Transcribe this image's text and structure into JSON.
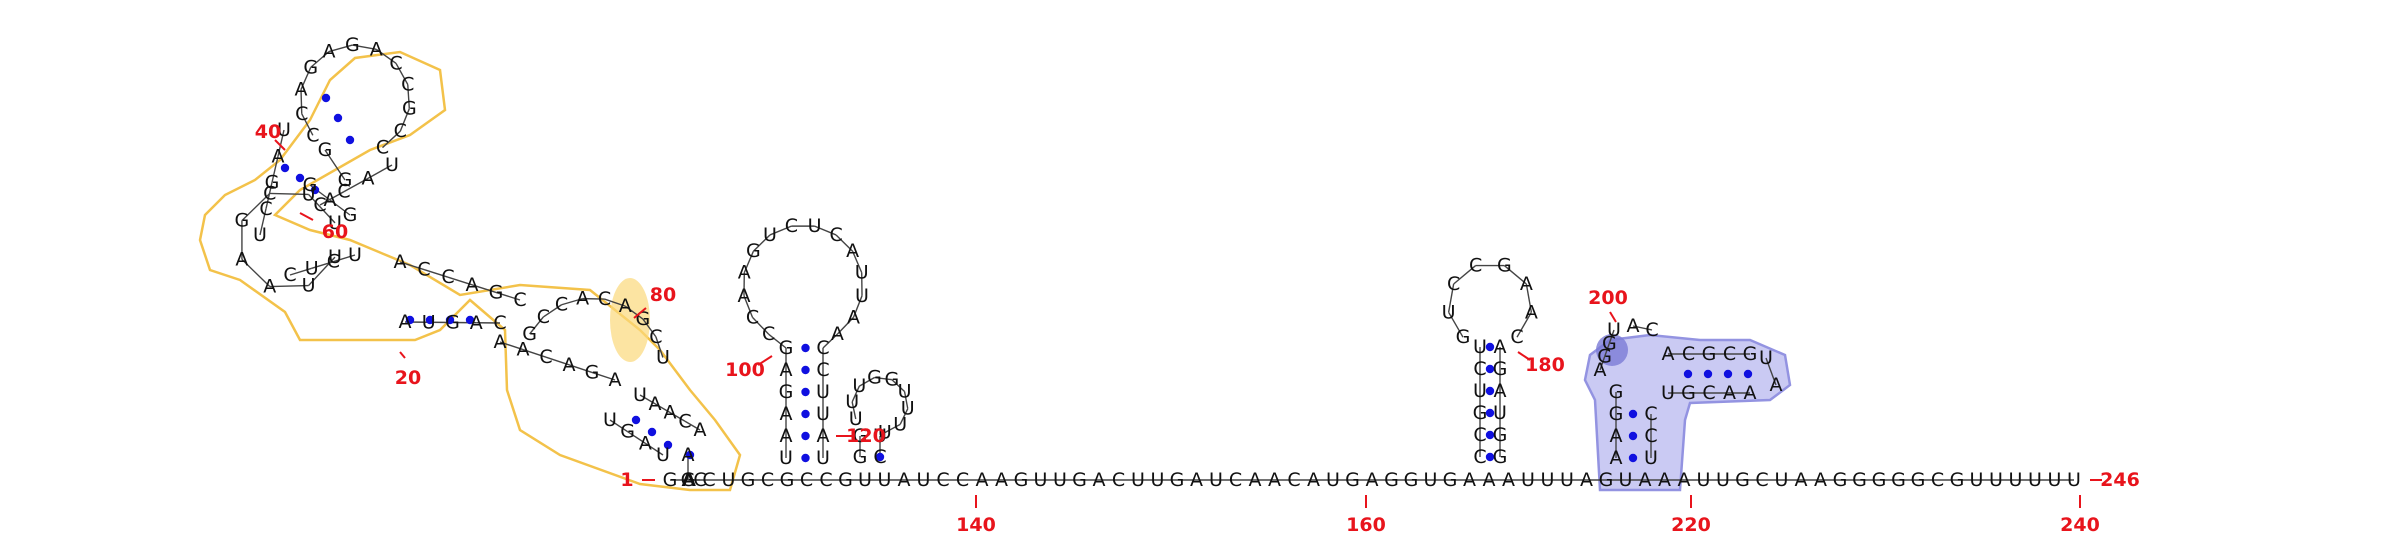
{
  "sequence": {
    "nucleotides": "GACUGCGCCGUUAUCCAAGUUGACUUGAUCAACAUGAGGUGAAAUUUAGUAAAUUGCUAAGGGGGCGUUUUUU",
    "chain_start_label": "1",
    "chain_end_label": "246"
  },
  "position_labels": {
    "p20": "20",
    "p40": "40",
    "p60": "60",
    "p80": "80",
    "p100": "100",
    "p120": "120",
    "p140": "140",
    "p160": "160",
    "p180": "180",
    "p200": "200",
    "p220": "220",
    "p240": "240"
  },
  "hairpin_100": {
    "left": "GAGAAU",
    "right": "CCUUAU",
    "loop": "CCAAGUCUCAUUAA"
  },
  "hairpin_120": {
    "left": "GG",
    "right": "CU",
    "loop": "UUUGGUUUU"
  },
  "hairpin_180": {
    "left": "UCUGCC",
    "right": "AGAUGG",
    "loop": "GUCCGAAC"
  },
  "hairpin_210": {
    "stem_left": "AAGG",
    "stem_right": "UCC",
    "upper_top": "ACGCG",
    "upper_bottom": "UGCAA",
    "tip": "UA",
    "loop_left": "AGGU",
    "loop_top": "AC"
  },
  "domain_left": {
    "nts": "GAUAGUAGACAACAGUAUUAAGCUUCUCUCCAUCCAGAGACCGCCGGUAGCUGAGACCAGCGCCACAGCUUAACACACAUCUAUUAA"
  },
  "colors": {
    "backbone": "#111111",
    "base_pair_dot": "#1010e0",
    "position_label": "#e8141c",
    "highlight_yellow_stroke": "#f3c24a",
    "highlight_yellow_fill": "#fbd97a",
    "highlight_blue_fill": "#b9b9f0",
    "highlight_blue_stroke": "#7070d8",
    "highlight_blue_dark": "#7a7ad6"
  }
}
